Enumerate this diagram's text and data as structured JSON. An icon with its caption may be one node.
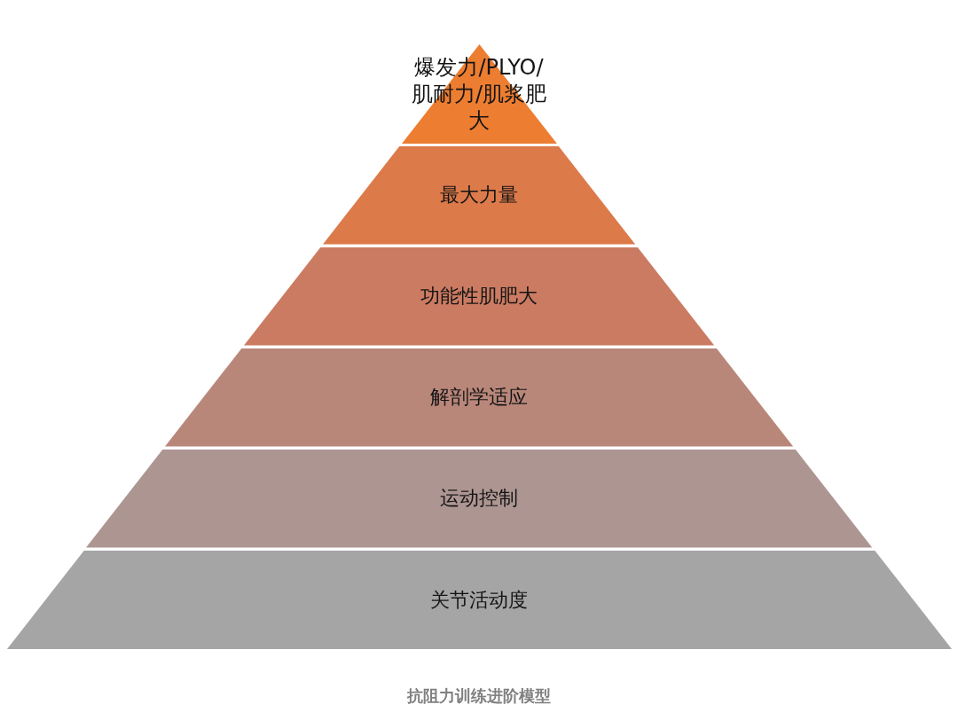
{
  "diagram": {
    "nodes": [
      {
        "text": [
          "爆发力/PLYO/肌耐力/肌浆肥大"
        ]
      },
      {
        "text": [
          "最大力量"
        ]
      },
      {
        "text": [
          "功能性肌肥大"
        ]
      },
      {
        "text": [
          "解剖学适应"
        ]
      },
      {
        "text": [
          "运动控制"
        ]
      },
      {
        "text": [
          "关节活动度"
        ]
      }
    ],
    "caption": "抗阻力训练进阶模型"
  }
}
